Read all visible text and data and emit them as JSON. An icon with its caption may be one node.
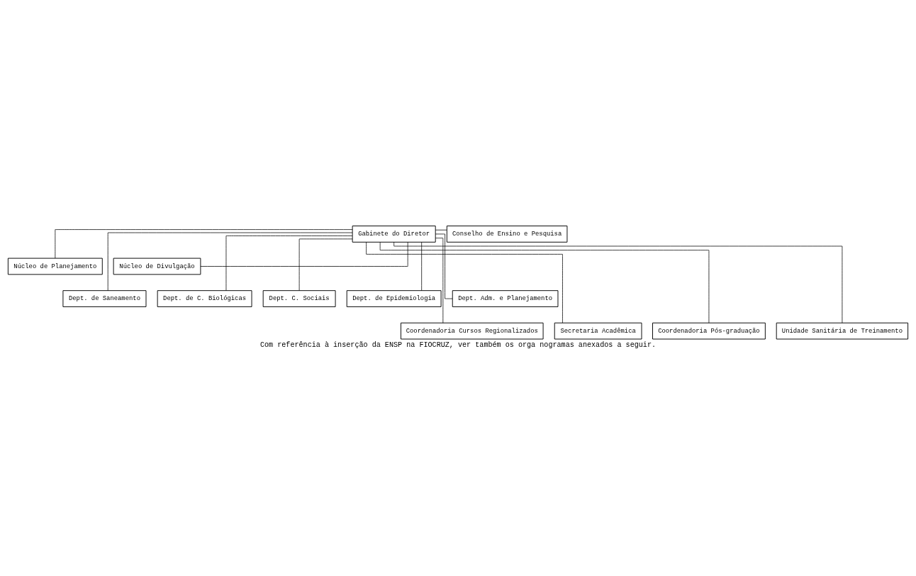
{
  "diagram": {
    "caption": "Com referência à inserção da ENSP na FIOCRUZ, ver também os orga nogramas anexados a seguir.",
    "nodes": [
      {
        "text": [
          "Conselho de Ensino e Pesquisa"
        ]
      },
      {
        "text": [
          "Gabinete do Diretor"
        ]
      },
      {
        "text": [
          "Núcleo de Planejamento"
        ]
      },
      {
        "text": [
          "Núcleo de Divulgação"
        ]
      },
      {
        "text": [
          "Dept. de Saneamento"
        ]
      },
      {
        "text": [
          "Dept. de C. Biológicas"
        ]
      },
      {
        "text": [
          "Dept. C. Sociais"
        ]
      },
      {
        "text": [
          "Dept. de Epidemiologia"
        ]
      },
      {
        "text": [
          "Dept. Adm. e Planejamento"
        ]
      },
      {
        "text": [
          "Coordenadoria Cursos Regionalizados"
        ]
      },
      {
        "text": [
          "Secretaria Acadêmica"
        ]
      },
      {
        "text": [
          "Coordenadoria Pós-graduação"
        ]
      },
      {
        "text": [
          "Unidade Sanitária de Treinamento"
        ]
      }
    ],
    "edges": [
      {
        "from": 1,
        "to": 0,
        "arrow": "none"
      },
      {
        "from": 1,
        "to": 2,
        "arrow": "none"
      },
      {
        "from": 1,
        "to": 3,
        "arrow": "none"
      },
      {
        "from": 1,
        "to": 4,
        "arrow": "none"
      },
      {
        "from": 1,
        "to": 5,
        "arrow": "none"
      },
      {
        "from": 1,
        "to": 6,
        "arrow": "none"
      },
      {
        "from": 1,
        "to": 7,
        "arrow": "none"
      },
      {
        "from": 1,
        "to": 8,
        "arrow": "none"
      },
      {
        "from": 1,
        "to": 9,
        "arrow": "none"
      },
      {
        "from": 1,
        "to": 10,
        "arrow": "none"
      },
      {
        "from": 1,
        "to": 11,
        "arrow": "none"
      },
      {
        "from": 1,
        "to": 12,
        "arrow": "none"
      }
    ]
  }
}
